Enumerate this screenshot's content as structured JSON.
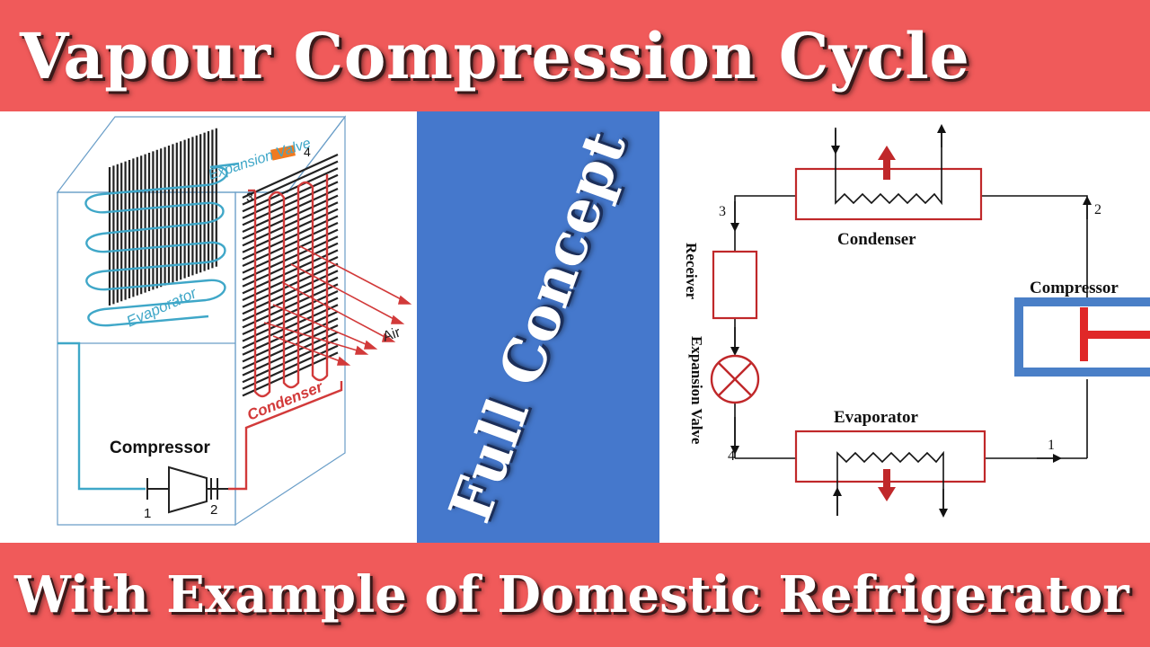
{
  "title": "Vapour Compression Cycle",
  "subtitle": "With Example of Domestic Refrigerator",
  "middle_text": "Full Concept",
  "fridge": {
    "evaporator_label": "Evaporator",
    "expansion_valve_label": "Expansion Valve",
    "condenser_label": "Condenser",
    "compressor_label": "Compressor",
    "air_label": "Air",
    "point_1": "1",
    "point_2": "2",
    "point_3": "3",
    "point_4": "4"
  },
  "cycle": {
    "condenser_label": "Condenser",
    "evaporator_label": "Evaporator",
    "compressor_label": "Compressor",
    "receiver_label": "Receiver",
    "expansion_valve_label": "Expansion Valve",
    "point_1": "1",
    "point_2": "2",
    "point_3": "3",
    "point_4": "4"
  },
  "colors": {
    "banner": "#f05a5a",
    "panel_blue": "#4578cc",
    "diagram_red": "#c0282a",
    "diagram_blue": "#3fa7c8",
    "compressor_blue": "#4a7fc7"
  }
}
